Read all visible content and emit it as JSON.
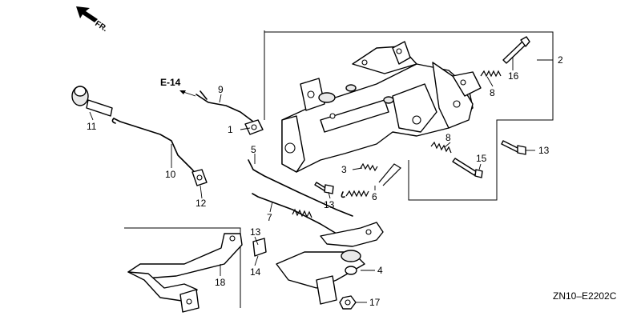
{
  "direction": {
    "label": "FR."
  },
  "reference": {
    "label": "E-14"
  },
  "drawing_code": "ZN10–E2202C",
  "callouts": {
    "c1": "1",
    "c2": "2",
    "c4": "4",
    "c5": "5",
    "c6": "6",
    "c7": "7",
    "c8a": "8",
    "c8b": "8",
    "c9": "9",
    "c10": "10",
    "c11": "11",
    "c12": "12",
    "c13a": "13",
    "c13b": "13",
    "c13c": "13",
    "c14": "14",
    "c15": "15",
    "c16": "16",
    "c17": "17",
    "c18": "18",
    "c3": "3"
  }
}
